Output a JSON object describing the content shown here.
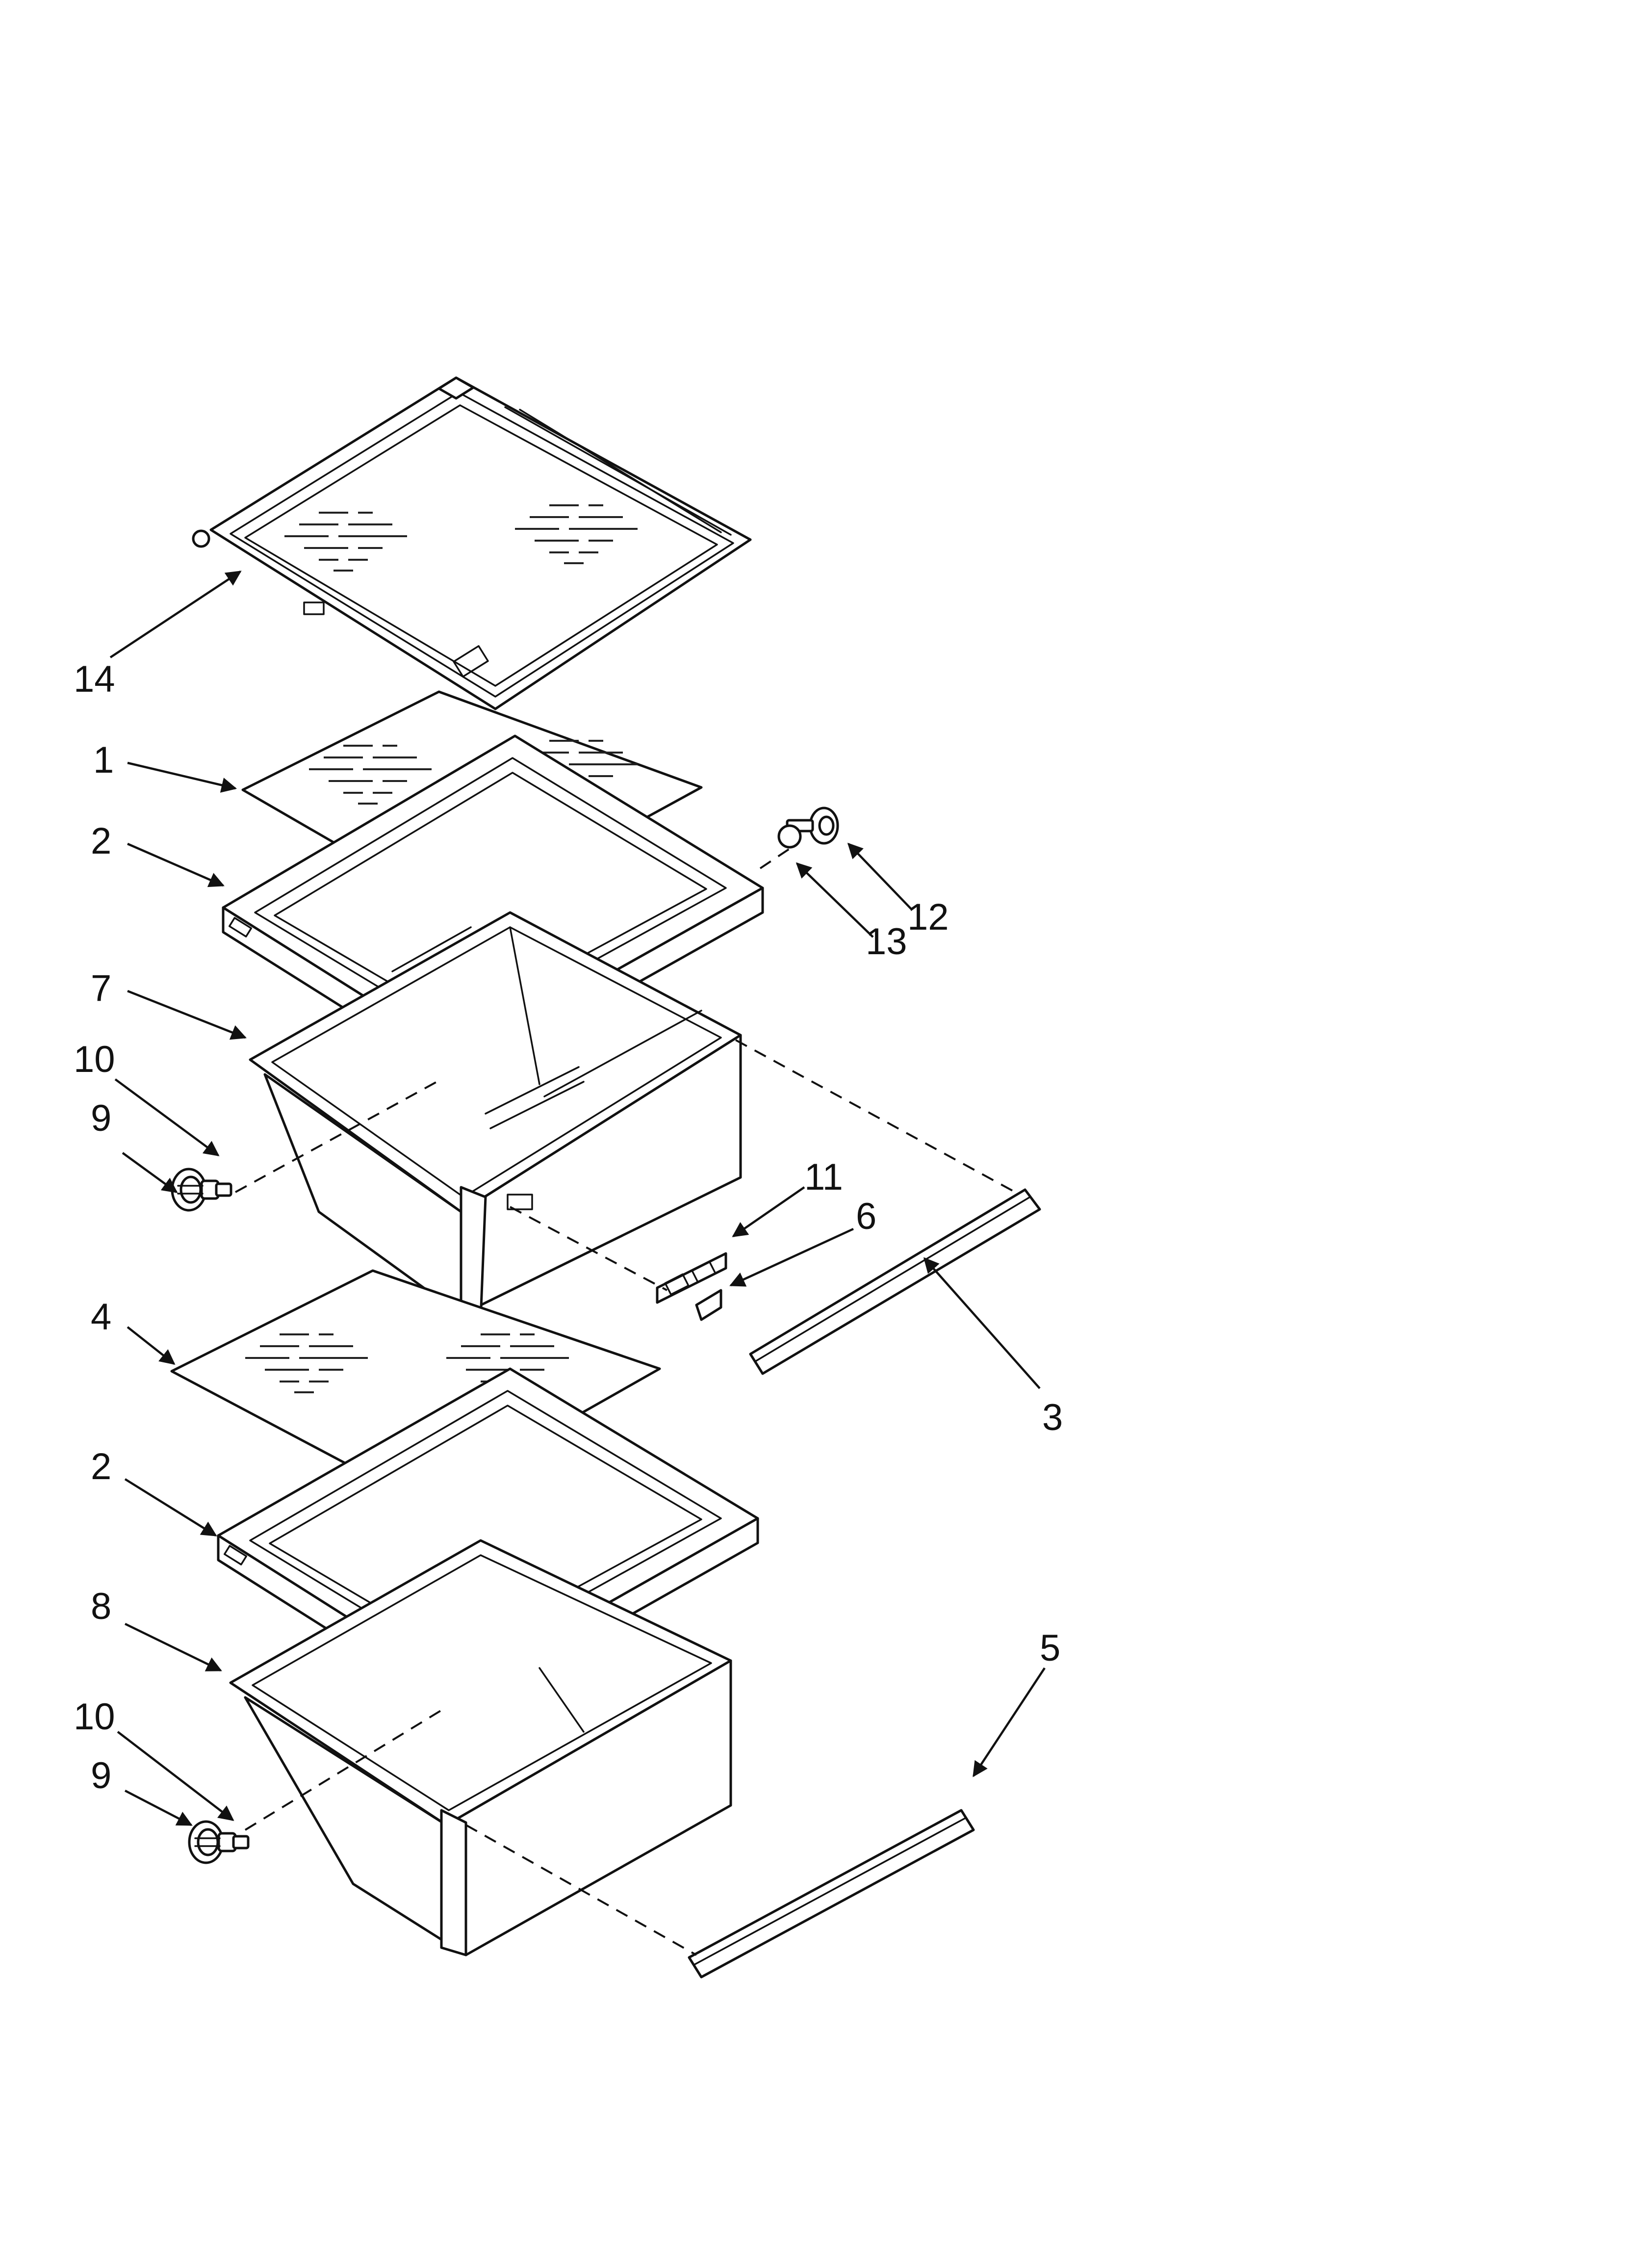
{
  "diagram": {
    "callouts": [
      {
        "id": "14",
        "label": "14"
      },
      {
        "id": "1",
        "label": "1"
      },
      {
        "id": "2a",
        "label": "2"
      },
      {
        "id": "12",
        "label": "12"
      },
      {
        "id": "13",
        "label": "13"
      },
      {
        "id": "7",
        "label": "7"
      },
      {
        "id": "10a",
        "label": "10"
      },
      {
        "id": "9a",
        "label": "9"
      },
      {
        "id": "11",
        "label": "11"
      },
      {
        "id": "6",
        "label": "6"
      },
      {
        "id": "4",
        "label": "4"
      },
      {
        "id": "3",
        "label": "3"
      },
      {
        "id": "2b",
        "label": "2"
      },
      {
        "id": "8",
        "label": "8"
      },
      {
        "id": "5",
        "label": "5"
      },
      {
        "id": "10b",
        "label": "10"
      },
      {
        "id": "9b",
        "label": "9"
      }
    ]
  }
}
